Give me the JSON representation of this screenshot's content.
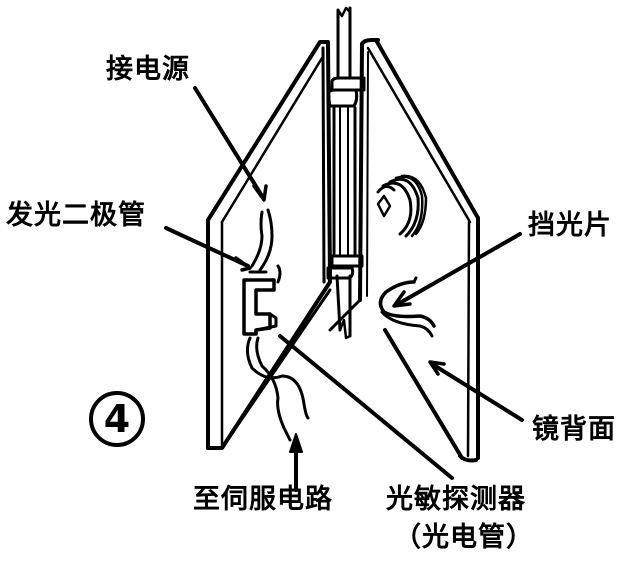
{
  "diagram": {
    "figure_number": "4",
    "colors": {
      "ink": "#000000",
      "background": "#ffffff"
    },
    "labels": {
      "power_supply": "接电源",
      "led": "发光二极管",
      "light_blocker": "挡光片",
      "mirror_back": "镜背面",
      "to_servo_circuit": "至伺服电路",
      "photo_detector": "光敏探测器",
      "photo_detector_note": "（光电管）"
    },
    "components": [
      {
        "id": "left-panel",
        "name": "left mirror panel"
      },
      {
        "id": "right-panel",
        "name": "right mirror panel (mirror back)"
      },
      {
        "id": "center-rod",
        "name": "center hinge rod"
      },
      {
        "id": "hinge-collar-top",
        "name": "upper hinge collar"
      },
      {
        "id": "hinge-collar-bottom",
        "name": "lower hinge collar"
      },
      {
        "id": "spring-coil",
        "name": "coil/spring on right panel"
      },
      {
        "id": "led-bracket",
        "name": "LED bracket"
      },
      {
        "id": "light-blocker",
        "name": "light blocking tab"
      },
      {
        "id": "wires",
        "name": "lead wires"
      }
    ]
  }
}
